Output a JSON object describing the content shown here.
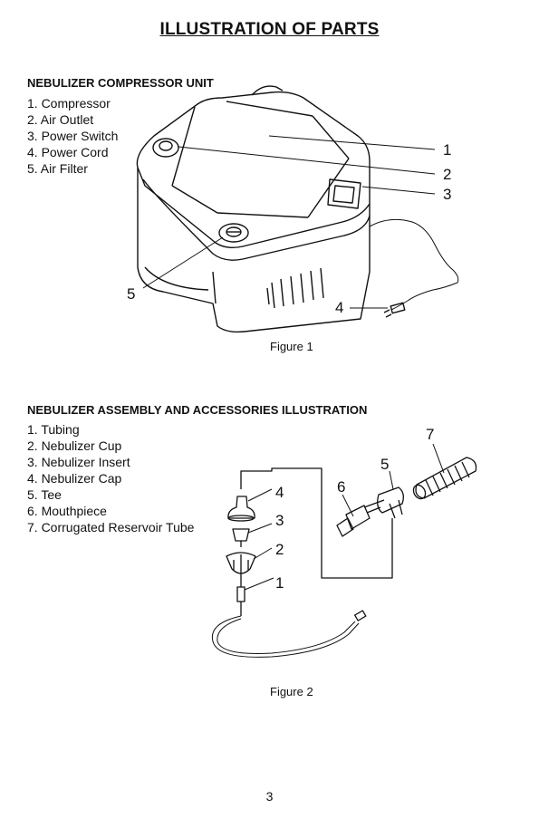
{
  "page": {
    "title": "ILLUSTRATION OF PARTS",
    "page_number": "3"
  },
  "section1": {
    "heading": "NEBULIZER COMPRESSOR UNIT",
    "items": [
      "1. Compressor",
      "2. Air Outlet",
      "3. Power Switch",
      "4. Power Cord",
      "5. Air Filter"
    ],
    "callouts": [
      "1",
      "2",
      "3",
      "4",
      "5"
    ],
    "caption": "Figure 1"
  },
  "section2": {
    "heading": "NEBULIZER ASSEMBLY AND ACCESSORIES ILLUSTRATION",
    "items": [
      "1. Tubing",
      "2. Nebulizer Cup",
      "3. Nebulizer Insert",
      "4. Nebulizer Cap",
      "5. Tee",
      "6. Mouthpiece",
      "7. Corrugated Reservoir Tube"
    ],
    "callouts": [
      "1",
      "2",
      "3",
      "4",
      "5",
      "6",
      "7"
    ],
    "caption": "Figure 2"
  }
}
